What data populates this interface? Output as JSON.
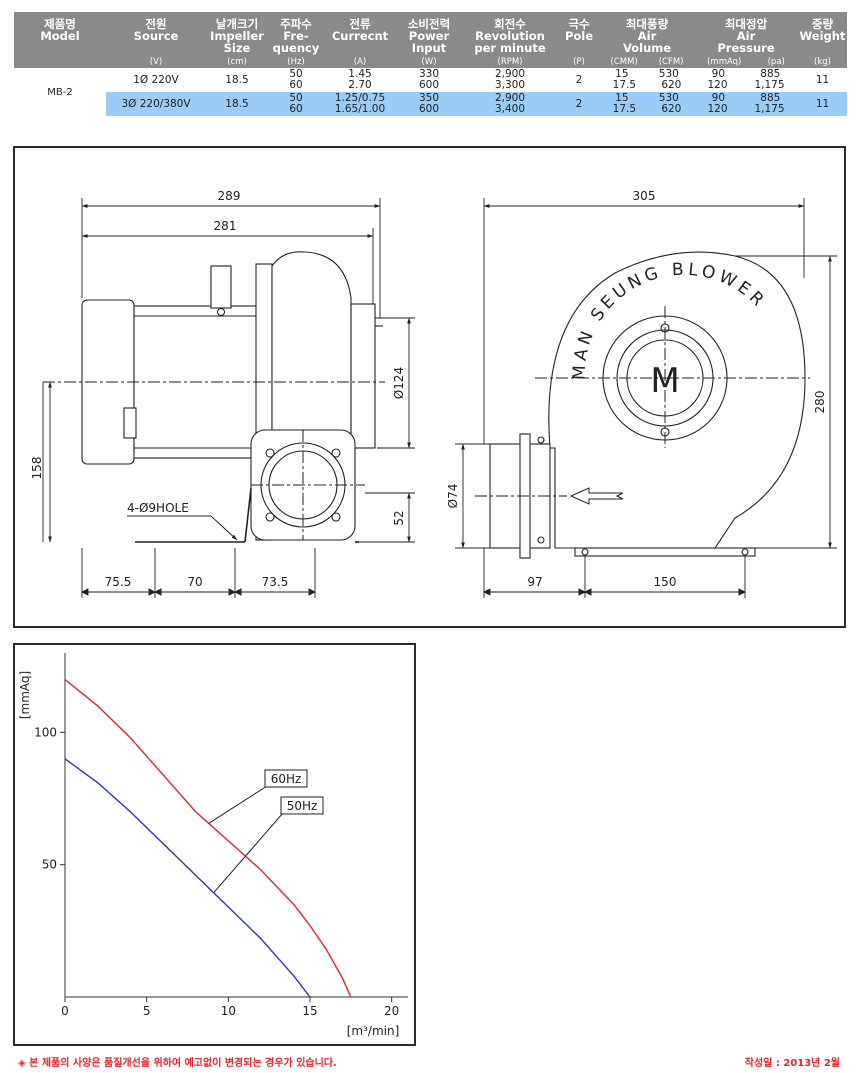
{
  "table": {
    "headers": [
      {
        "l1": "제품명",
        "l2": "Model",
        "l3": "",
        "unit": ""
      },
      {
        "l1": "전원",
        "l2": "Source",
        "l3": "",
        "unit": "(V)"
      },
      {
        "l1": "날개크기",
        "l2": "Impeller",
        "l3": "Size",
        "unit": "(cm)"
      },
      {
        "l1": "주파수",
        "l2": "Fre-",
        "l3": "quency",
        "unit": "(Hz)"
      },
      {
        "l1": "전류",
        "l2": "Currecnt",
        "l3": "",
        "unit": "(A)"
      },
      {
        "l1": "소비전력",
        "l2": "Power",
        "l3": "Input",
        "unit": "(W)"
      },
      {
        "l1": "회전수",
        "l2": "Revolution",
        "l3": "per minute",
        "unit": "(RPM)"
      },
      {
        "l1": "극수",
        "l2": "Pole",
        "l3": "",
        "unit": "(P)"
      },
      {
        "l1": "최대풍량",
        "l2": "Air",
        "l3": "Volume",
        "unit_a": "(CMM)",
        "unit_b": "(CFM)"
      },
      {
        "l1": "최대정압",
        "l2": "Air",
        "l3": "Pressure",
        "unit_a": "(mmAq)",
        "unit_b": "(pa)"
      },
      {
        "l1": "중량",
        "l2": "Weight",
        "l3": "",
        "unit": "(kg)"
      }
    ],
    "model": "MB-2",
    "rows": [
      {
        "source": "1Ø 220V",
        "size": "18.5",
        "freq": [
          "50",
          "60"
        ],
        "current": [
          "1.45",
          "2.70"
        ],
        "power": [
          "330",
          "600"
        ],
        "rpm": [
          "2,900",
          "3,300"
        ],
        "pole": "2",
        "cmm": [
          "15",
          "17.5"
        ],
        "cfm": [
          "530",
          "620"
        ],
        "mmaq": [
          "90",
          "120"
        ],
        "pa": [
          "885",
          "1,175"
        ],
        "weight": "11"
      },
      {
        "source": "3Ø 220/380V",
        "size": "18.5",
        "freq": [
          "50",
          "60"
        ],
        "current": [
          "1.25/0.75",
          "1.65/1.00"
        ],
        "power": [
          "350",
          "600"
        ],
        "rpm": [
          "2,900",
          "3,400"
        ],
        "pole": "2",
        "cmm": [
          "15",
          "17.5"
        ],
        "cfm": [
          "530",
          "620"
        ],
        "mmaq": [
          "90",
          "120"
        ],
        "pa": [
          "885",
          "1,175"
        ],
        "weight": "11"
      }
    ]
  },
  "drawing": {
    "dims": {
      "overall_length": "289",
      "body_length": "281",
      "overall_width": "305",
      "height_left": "158",
      "height_right": "280",
      "outlet_dia": "Ø124",
      "inlet_dia": "Ø74",
      "foot_height": "52",
      "hole_label": "4-Ø9HOLE",
      "base_a": "75.5",
      "base_b": "70",
      "base_c": "73.5",
      "base_d": "97",
      "base_e": "150"
    },
    "brand": "MAN SEUNG BLOWER",
    "logo_letter": "M"
  },
  "chart_data": {
    "type": "line",
    "title": "",
    "xlabel": "[m³/min]",
    "ylabel": "[mmAq]",
    "xlim": [
      0,
      21
    ],
    "ylim": [
      0,
      130
    ],
    "xticks": [
      0,
      5,
      10,
      15,
      20
    ],
    "yticks": [
      50,
      100
    ],
    "grid": false,
    "series": [
      {
        "name": "60Hz",
        "color": "#e8232a",
        "x": [
          0,
          2,
          4,
          6,
          8,
          10,
          12,
          14,
          15,
          16,
          17,
          17.5
        ],
        "y": [
          120,
          110,
          98,
          84,
          70,
          59,
          48,
          35,
          27,
          18,
          7,
          0
        ]
      },
      {
        "name": "50Hz",
        "color": "#2434d4",
        "x": [
          0,
          2,
          4,
          6,
          8,
          10,
          12,
          13,
          14,
          15
        ],
        "y": [
          90,
          81,
          70,
          58,
          46,
          34,
          22,
          15,
          8,
          0
        ]
      }
    ]
  },
  "footer": {
    "note": "◈ 본 제품의 사양은 품질개선을 위하여 예고없이 변경되는 경우가 있습니다.",
    "date": "작성일 : 2013년 2월"
  }
}
